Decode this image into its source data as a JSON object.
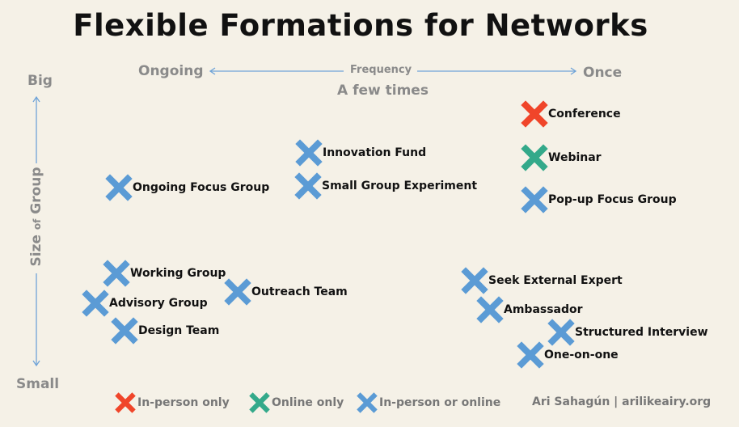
{
  "title": "Flexible Formations for Networks",
  "axes": {
    "x_left": "Ongoing",
    "x_center": "Frequency",
    "x_right": "Once",
    "x_mid": "A few times",
    "y_top": "Big",
    "y_bottom": "Small",
    "y_label_main": "Size",
    "y_label_of": "of",
    "y_label_end": "Group"
  },
  "colors": {
    "in_person": "#f0452a",
    "online": "#33a98a",
    "both": "#5b9bd5",
    "arrow": "#6fa3d8"
  },
  "items": [
    {
      "label": "Conference",
      "type": "in_person"
    },
    {
      "label": "Webinar",
      "type": "online"
    },
    {
      "label": "Pop-up Focus Group",
      "type": "both"
    },
    {
      "label": "Innovation Fund",
      "type": "both"
    },
    {
      "label": "Small Group Experiment",
      "type": "both"
    },
    {
      "label": "Ongoing Focus Group",
      "type": "both"
    },
    {
      "label": "Working Group",
      "type": "both"
    },
    {
      "label": "Advisory Group",
      "type": "both"
    },
    {
      "label": "Design Team",
      "type": "both"
    },
    {
      "label": "Outreach Team",
      "type": "both"
    },
    {
      "label": "Seek External Expert",
      "type": "both"
    },
    {
      "label": "Ambassador",
      "type": "both"
    },
    {
      "label": "Structured Interview",
      "type": "both"
    },
    {
      "label": "One-on-one",
      "type": "both"
    }
  ],
  "legend": [
    {
      "label": "In-person only",
      "type": "in_person"
    },
    {
      "label": "Online only",
      "type": "online"
    },
    {
      "label": "In-person or online",
      "type": "both"
    }
  ],
  "credit": "Ari Sahagún | arilikeairy.org"
}
